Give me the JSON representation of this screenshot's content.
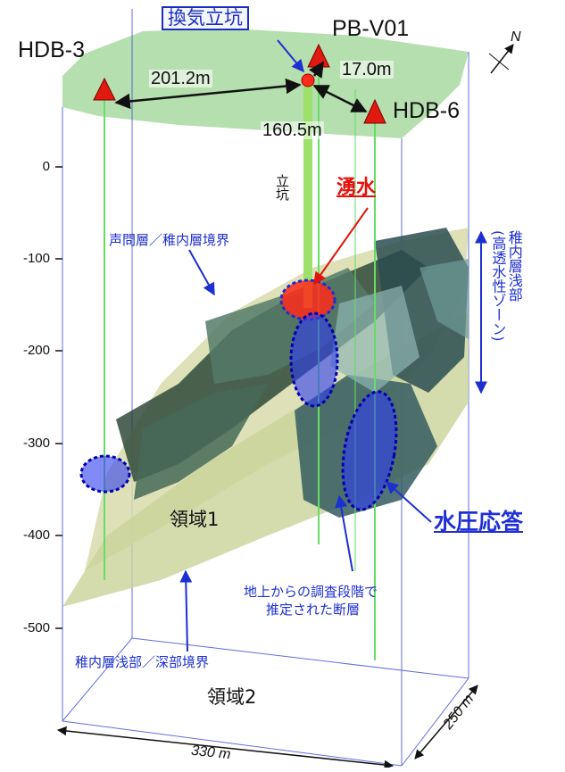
{
  "title": "換気立坑",
  "boreholes": {
    "hdb3": "HDB-3",
    "pbv01": "PB-V01",
    "hdb6": "HDB-6"
  },
  "distances": {
    "d1": "201.2m",
    "d2": "17.0m",
    "d3": "160.5m"
  },
  "depth_ticks": [
    "0",
    "-100",
    "-200",
    "-300",
    "-400",
    "-500"
  ],
  "shaft": "立坑",
  "spring_water": "湧水",
  "boundary_upper": "声問層／稚内層境界",
  "boundary_lower": "稚内層浅部／深部境界",
  "zone_label": "稚内層浅部\n(高透水性ゾーン)",
  "water_pressure": "水圧応答",
  "faults_note_line1": "地上からの調査段階で",
  "faults_note_line2": "推定された断層",
  "region1": "領域1",
  "region2": "領域2",
  "dim_x": "330 m",
  "dim_y": "250 m",
  "north": "N",
  "colors": {
    "accent_blue": "#1c2fd0",
    "spring_red": "#e3120b",
    "ground_green": "#a8d9a0",
    "layer_tan": "#d8dcaa"
  }
}
